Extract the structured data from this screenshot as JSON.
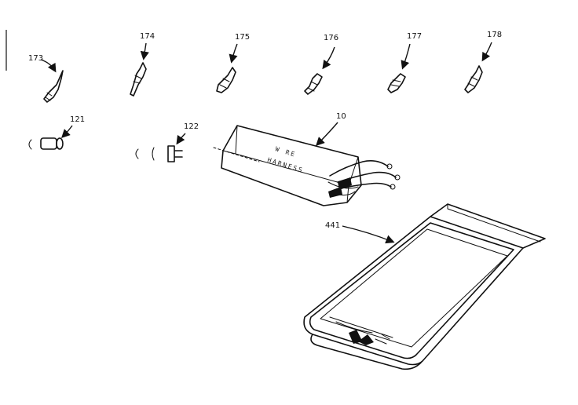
{
  "diagram": {
    "callouts": {
      "c173": "173",
      "c174": "174",
      "c175": "175",
      "c176": "176",
      "c177": "177",
      "c178": "178",
      "c121": "121",
      "c122": "122",
      "c10": "10",
      "c441": "441"
    },
    "package_text": {
      "line1": "W RE",
      "line2": "HARNESS"
    }
  }
}
